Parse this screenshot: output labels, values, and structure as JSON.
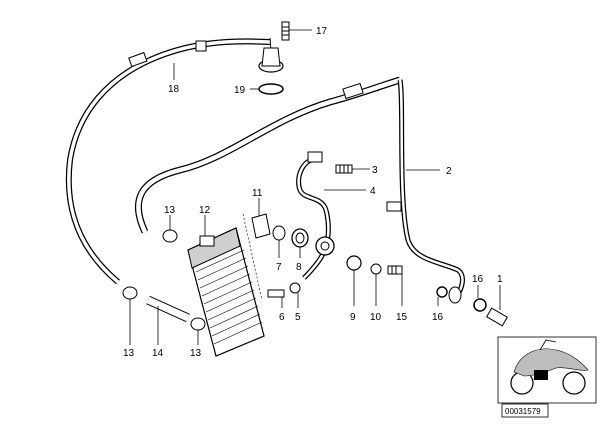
{
  "colors": {
    "ink": "#000000",
    "paper": "#ffffff",
    "shade": "#cfcfcf"
  },
  "callouts": [
    {
      "id": "c17",
      "text": "17"
    },
    {
      "id": "c18",
      "text": "18"
    },
    {
      "id": "c19",
      "text": "19"
    },
    {
      "id": "c2",
      "text": "2"
    },
    {
      "id": "c3",
      "text": "3"
    },
    {
      "id": "c4",
      "text": "4"
    },
    {
      "id": "c11",
      "text": "11"
    },
    {
      "id": "c13a",
      "text": "13"
    },
    {
      "id": "c12",
      "text": "12"
    },
    {
      "id": "c7",
      "text": "7"
    },
    {
      "id": "c6a",
      "text": "6"
    },
    {
      "id": "c8",
      "text": "8"
    },
    {
      "id": "c5",
      "text": "5"
    },
    {
      "id": "c9",
      "text": "9"
    },
    {
      "id": "c10",
      "text": "10"
    },
    {
      "id": "c15",
      "text": "15"
    },
    {
      "id": "c16a",
      "text": "16"
    },
    {
      "id": "c16b",
      "text": "16"
    },
    {
      "id": "c1",
      "text": "1"
    },
    {
      "id": "c13b",
      "text": "13"
    },
    {
      "id": "c14",
      "text": "14"
    },
    {
      "id": "c13c",
      "text": "13"
    }
  ],
  "reference_code": "00031579"
}
